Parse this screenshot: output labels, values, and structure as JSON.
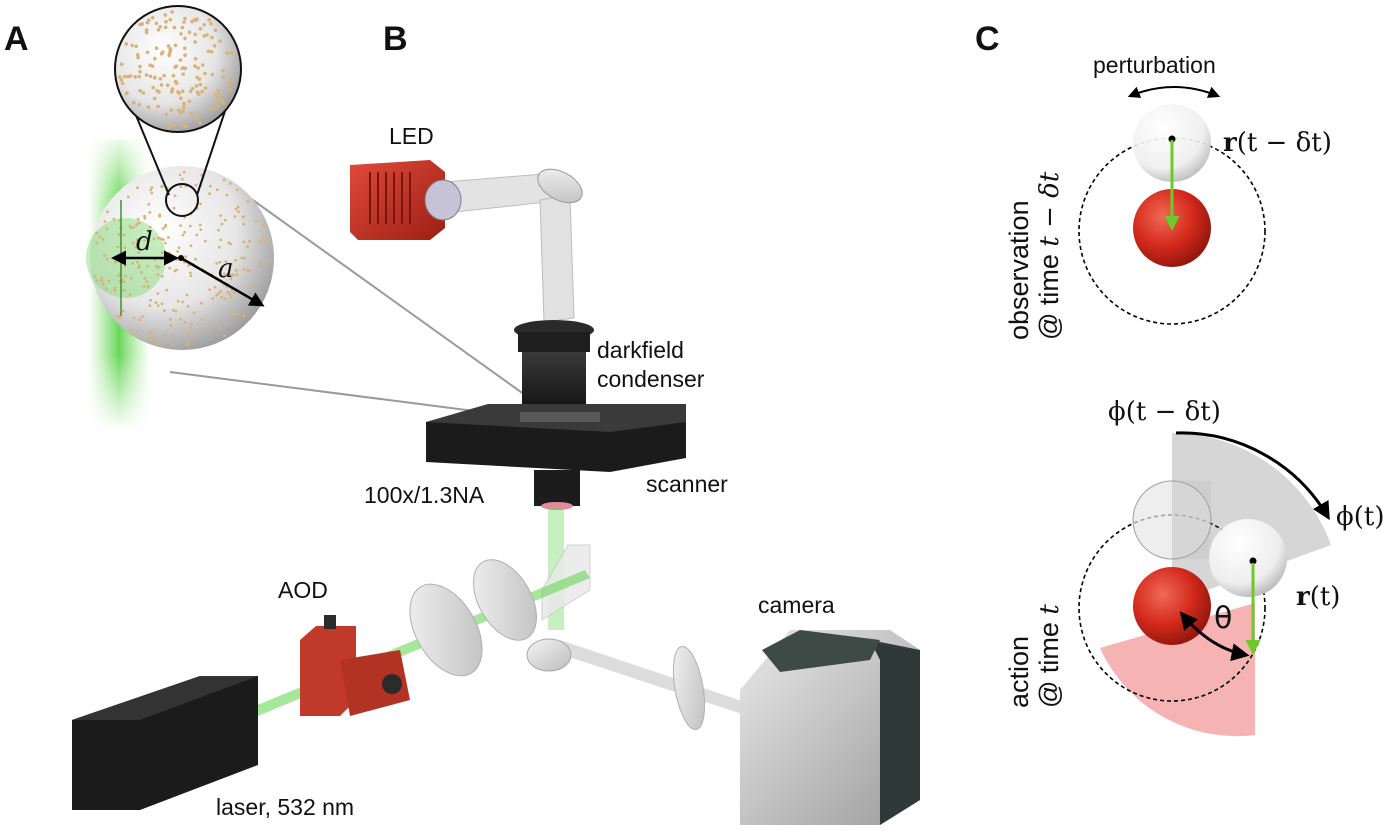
{
  "panels": {
    "a": "A",
    "b": "B",
    "c": "C"
  },
  "panel_a": {
    "d": "d",
    "a": "a"
  },
  "panel_b": {
    "led": "LED",
    "condenser_line1": "darkfield",
    "condenser_line2": "condenser",
    "objective": "100x/1.3NA",
    "scanner": "scanner",
    "aod": "AOD",
    "camera": "camera",
    "laser": "laser, 532 nm"
  },
  "panel_c": {
    "perturbation": "perturbation",
    "r_prev_bold": "r",
    "r_prev_rest": "(t − δt)",
    "obs_line1": "observation",
    "obs_line2_a": "@ time ",
    "obs_line2_b": "t − δt",
    "phi_prev": "ϕ(t − δt)",
    "phi_now": "ϕ(t)",
    "r_now_bold": "r",
    "r_now_rest": "(t)",
    "theta": "θ",
    "act_line1": "action",
    "act_line2_a": "@ time ",
    "act_line2_b": "t"
  },
  "colors": {
    "laser_green": "#5fd34a",
    "particle_red": "#c8241a",
    "housing_red": "#c0392b",
    "pink_wedge": "#f6b3b3",
    "grey_wedge": "#d6d6d6"
  }
}
